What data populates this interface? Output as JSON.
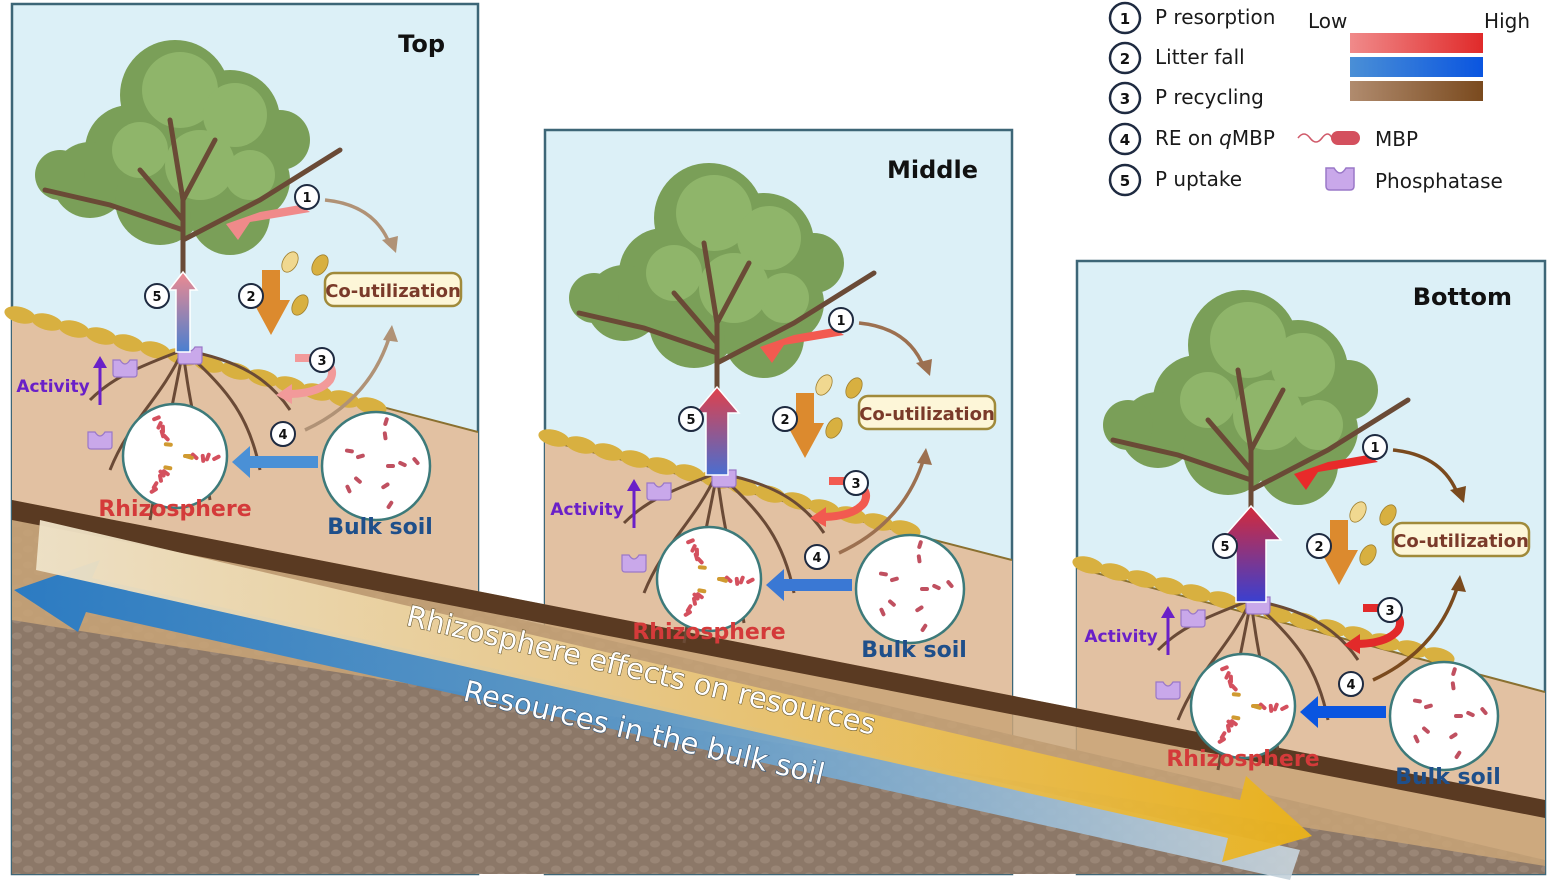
{
  "legend": {
    "items": [
      {
        "num": "1",
        "label": "P resorption"
      },
      {
        "num": "2",
        "label": "Litter fall"
      },
      {
        "num": "3",
        "label": "P recycling"
      },
      {
        "num": "4",
        "label": "RE on qMBP",
        "label_prefix": "RE on ",
        "label_italic": "q",
        "label_suffix": "MBP"
      },
      {
        "num": "5",
        "label": "P uptake"
      }
    ],
    "scale": {
      "low_label": "Low",
      "high_label": "High",
      "bars": [
        {
          "name": "red",
          "from": "#f08a8a",
          "to": "#e02a2a"
        },
        {
          "name": "blue",
          "from": "#4a8fd6",
          "to": "#0a55e0"
        },
        {
          "name": "brown",
          "from": "#b08b6e",
          "to": "#7a4a1e"
        }
      ]
    },
    "symbols": [
      {
        "icon": "mbp-bacterium-icon",
        "label": "MBP"
      },
      {
        "icon": "phosphatase-icon",
        "label": "Phosphatase"
      }
    ]
  },
  "panels": [
    {
      "id": "top",
      "title": "Top",
      "co_utilization": "Co-utilization",
      "activity": "Activity",
      "rhizosphere": "Rhizosphere",
      "bulk_soil": "Bulk soil",
      "markers": [
        "1",
        "2",
        "3",
        "4",
        "5"
      ],
      "colors": {
        "resorption": "#f08a8a",
        "uptake_top": "#ee8a90",
        "uptake_bottom": "#4a7fd0",
        "recycling": "#f29a9a",
        "re": "#4a90d6",
        "coutil": "#b09276"
      }
    },
    {
      "id": "middle",
      "title": "Middle",
      "co_utilization": "Co-utilization",
      "activity": "Activity",
      "rhizosphere": "Rhizosphere",
      "bulk_soil": "Bulk soil",
      "markers": [
        "1",
        "2",
        "3",
        "4",
        "5"
      ],
      "colors": {
        "resorption": "#f25a50",
        "uptake_top": "#e0404a",
        "uptake_bottom": "#4a6ed0",
        "recycling": "#f25a50",
        "re": "#3a78d4",
        "coutil": "#9c7050"
      }
    },
    {
      "id": "bottom",
      "title": "Bottom",
      "co_utilization": "Co-utilization",
      "activity": "Activity",
      "rhizosphere": "Rhizosphere",
      "bulk_soil": "Bulk soil",
      "markers": [
        "1",
        "2",
        "3",
        "4",
        "5"
      ],
      "colors": {
        "resorption": "#e82a2a",
        "uptake_top": "#d42a3a",
        "uptake_bottom": "#3a40d0",
        "recycling": "#e22a2a",
        "re": "#0a55e0",
        "coutil": "#7a4a1e"
      }
    }
  ],
  "gradient_arrows": {
    "rhizosphere_effects": "Rhizosphere effects on resources",
    "bulk_resources": "Resources in the bulk soil"
  }
}
